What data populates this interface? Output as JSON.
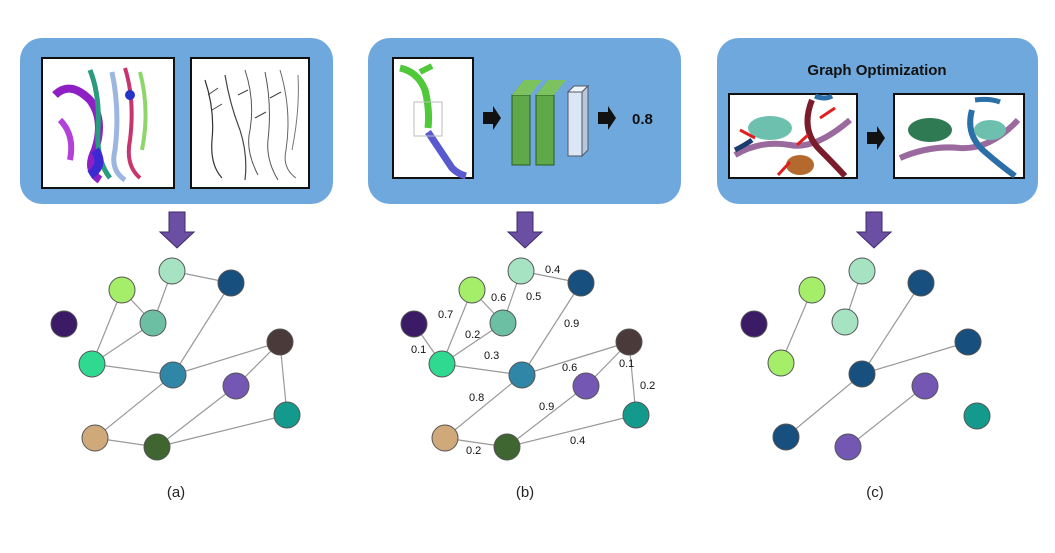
{
  "panels": [
    {
      "id": "a",
      "label": "(a)"
    },
    {
      "id": "b",
      "label": "(b)",
      "score": "0.8"
    },
    {
      "id": "c",
      "label": "(c)",
      "title": "Graph Optimization"
    }
  ],
  "colors": {
    "box_fill": "#6fa8dc",
    "down_arrow": "#6a4fa3",
    "edge": "#999999",
    "node_stroke": "#555555",
    "dark_purple": "#3b1a66",
    "light_green": "#a4ee6a",
    "pale_green": "#a6e3c2",
    "navy": "#174f7e",
    "mid_green": "#6cbfa3",
    "bright_green": "#2fd98f",
    "teal_blue": "#2f86a7",
    "dark_brown": "#4b3a3a",
    "purple": "#7457b3",
    "teal": "#139a8c",
    "tan": "#cfa97a",
    "dark_green": "#3f6630"
  },
  "graph_b_edge_weights": [
    "0.4",
    "0.6",
    "0.5",
    "0.7",
    "0.2",
    "0.9",
    "0.1",
    "0.3",
    "0.6",
    "0.1",
    "0.2",
    "0.8",
    "0.9",
    "0.2",
    "0.4"
  ]
}
